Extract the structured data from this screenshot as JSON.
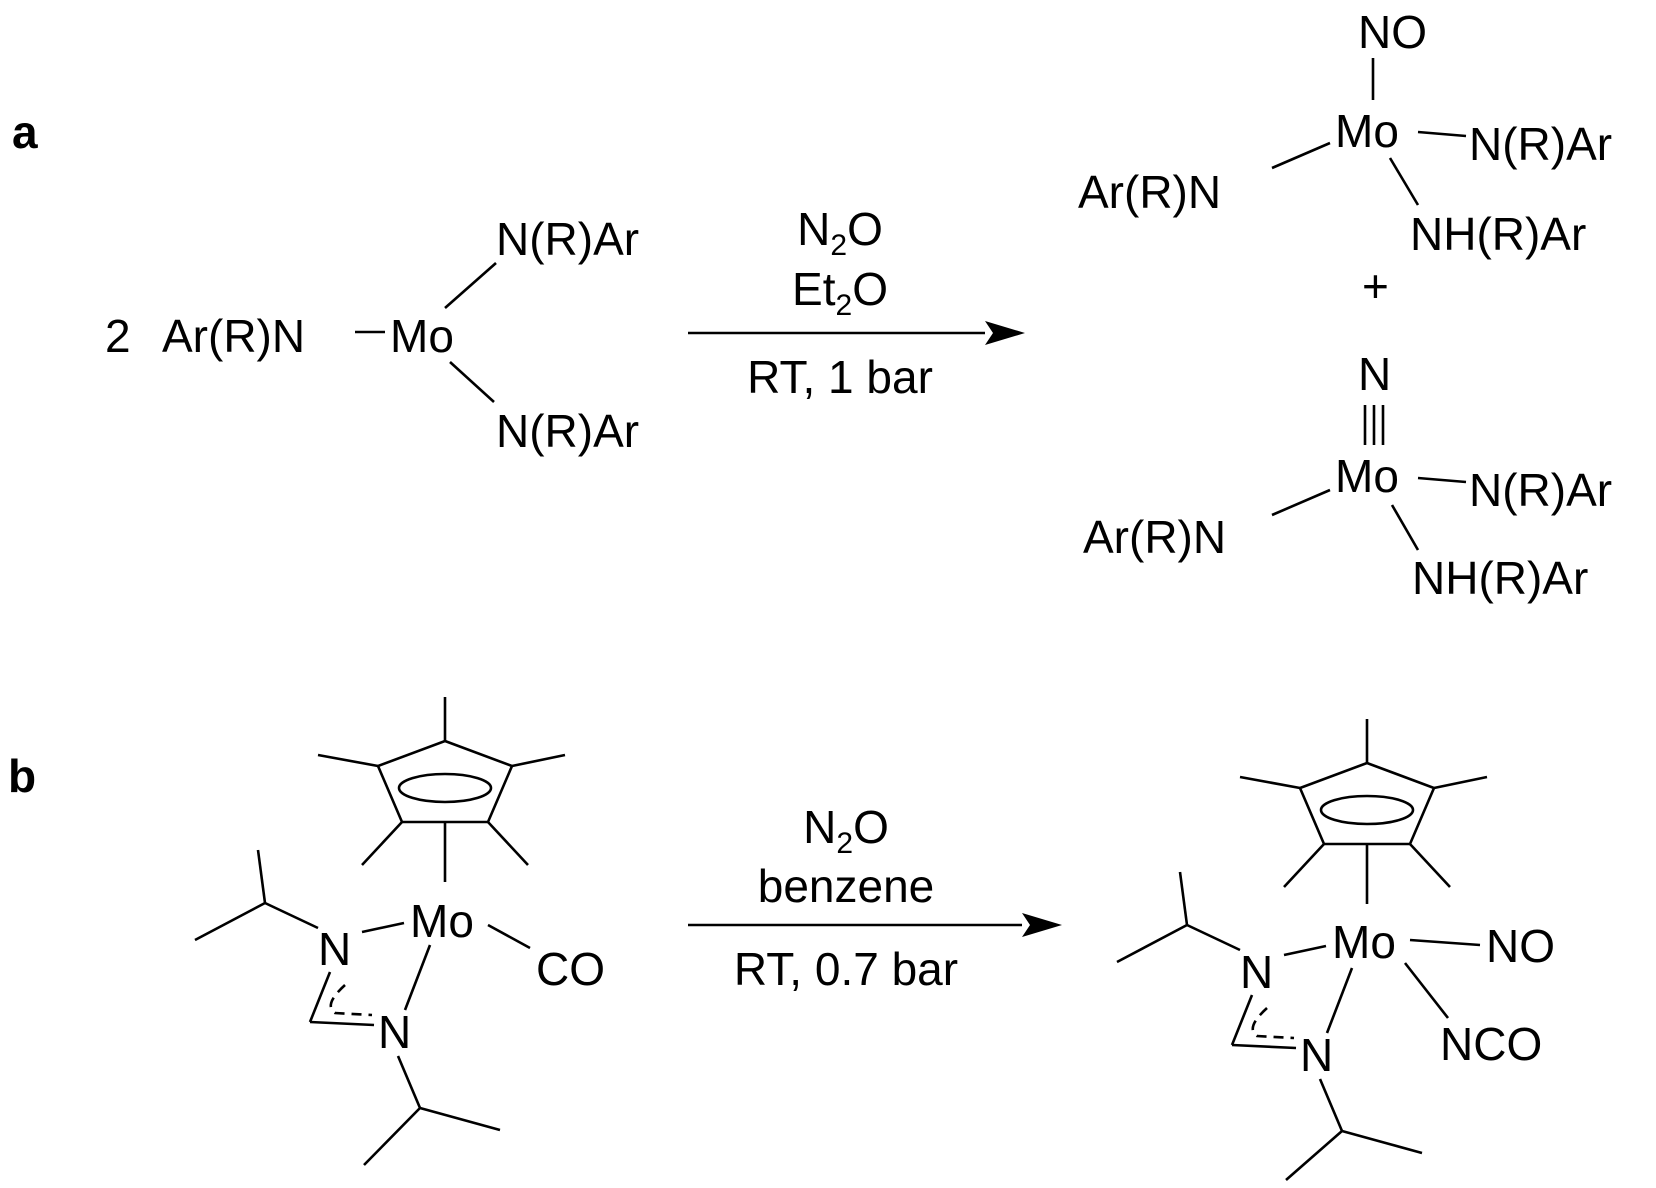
{
  "panel_a": {
    "panel_label": "a",
    "stoichiometry": "2",
    "reactant": {
      "left_ligand": "Ar(R)N",
      "metal": "Mo",
      "upper_ligand": "N(R)Ar",
      "lower_ligand": "N(R)Ar"
    },
    "conditions": {
      "reagent_main": "N",
      "reagent_sub": "2",
      "reagent_tail": "O",
      "solvent_main": "Et",
      "solvent_sub": "2",
      "solvent_tail": "O",
      "below": "RT, 1 bar"
    },
    "product_1": {
      "top_ligand": "NO",
      "metal": "Mo",
      "left_ligand": "Ar(R)N",
      "right_ligand": "N(R)Ar",
      "lower_ligand": "NH(R)Ar"
    },
    "plus": "+",
    "product_2": {
      "top_ligand": "N",
      "metal": "Mo",
      "left_ligand": "Ar(R)N",
      "right_ligand": "N(R)Ar",
      "lower_ligand": "NH(R)Ar"
    }
  },
  "panel_b": {
    "panel_label": "b",
    "reactant": {
      "metal": "Mo",
      "amidinate_n1": "N",
      "amidinate_n2": "N",
      "ligand": "CO"
    },
    "conditions": {
      "reagent_main": "N",
      "reagent_sub": "2",
      "reagent_tail": "O",
      "solvent": "benzene",
      "below": "RT, 0.7 bar"
    },
    "product": {
      "metal": "Mo",
      "amidinate_n1": "N",
      "amidinate_n2": "N",
      "ligand_1": "NO",
      "ligand_2": "NCO"
    }
  }
}
